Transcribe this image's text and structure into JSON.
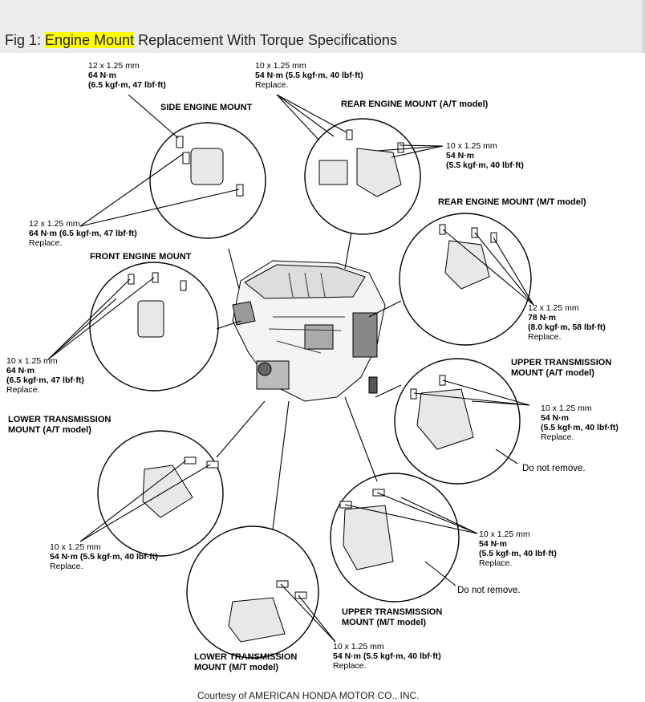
{
  "header": {
    "prefix": "Fig 1: ",
    "highlight": "Engine Mount",
    "suffix": " Replacement With Torque Specifications",
    "highlight_color": "#ffff00"
  },
  "labels": {
    "side_mount_spec": {
      "l1": "12 x 1.25 mm",
      "l2": "64 N·m",
      "l3": "(6.5 kgf·m, 47 lbf·ft)"
    },
    "side_mount_title": "SIDE ENGINE MOUNT",
    "side_mount_spec2": {
      "l1": "12 x 1.25 mm",
      "l2": "64 N·m (6.5 kgf·m, 47 lbf·ft)",
      "l3": "Replace."
    },
    "rear_top_spec": {
      "l1": "10 x 1.25 mm",
      "l2": "54 N·m (5.5 kgf·m, 40 lbf·ft)",
      "l3": "Replace."
    },
    "rear_at_title": "REAR ENGINE MOUNT (A/T model)",
    "rear_at_spec": {
      "l1": "10 x 1.25 mm",
      "l2": "54 N·m",
      "l3": "(5.5 kgf·m, 40 lbf·ft)"
    },
    "rear_mt_title": "REAR ENGINE MOUNT (M/T model)",
    "rear_mt_spec": {
      "l1": "12 x 1.25 mm",
      "l2": "78 N·m",
      "l3": "(8.0 kgf·m, 58 lbf·ft)",
      "l4": "Replace."
    },
    "front_mount_title": "FRONT ENGINE MOUNT",
    "front_mount_spec": {
      "l1": "10 x 1.25 mm",
      "l2": "64 N·m",
      "l3": "(6.5 kgf·m, 47 lbf·ft)",
      "l4": "Replace."
    },
    "upper_at_title": {
      "l1": "UPPER TRANSMISSION",
      "l2": "MOUNT (A/T model)"
    },
    "upper_at_spec": {
      "l1": "10 x 1.25 mm",
      "l2": "54 N·m",
      "l3": "(5.5 kgf·m, 40 lbf·ft)",
      "l4": "Replace."
    },
    "upper_at_note": "Do not remove.",
    "lower_at_title": {
      "l1": "LOWER TRANSMISSION",
      "l2": "MOUNT (A/T model)"
    },
    "lower_at_spec": {
      "l1": "10 x 1.25 mm",
      "l2": "54 N·m (5.5 kgf·m, 40 lbf·ft)",
      "l3": "Replace."
    },
    "upper_mt_spec": {
      "l1": "10 x 1.25 mm",
      "l2": "54 N·m",
      "l3": "(5.5 kgf·m, 40 lbf·ft)",
      "l4": "Replace."
    },
    "upper_mt_note": "Do not remove.",
    "upper_mt_title": {
      "l1": "UPPER TRANSMISSION",
      "l2": "MOUNT (M/T model)"
    },
    "lower_mt_title": {
      "l1": "LOWER TRANSMISSION",
      "l2": "MOUNT (M/T model)"
    },
    "lower_mt_spec": {
      "l1": "10 x 1.25 mm",
      "l2": "54 N·m (5.5 kgf·m, 40 lbf·ft)",
      "l3": "Replace."
    }
  },
  "footer": {
    "courtesy": "Courtesy of AMERICAN HONDA MOTOR CO., INC."
  }
}
